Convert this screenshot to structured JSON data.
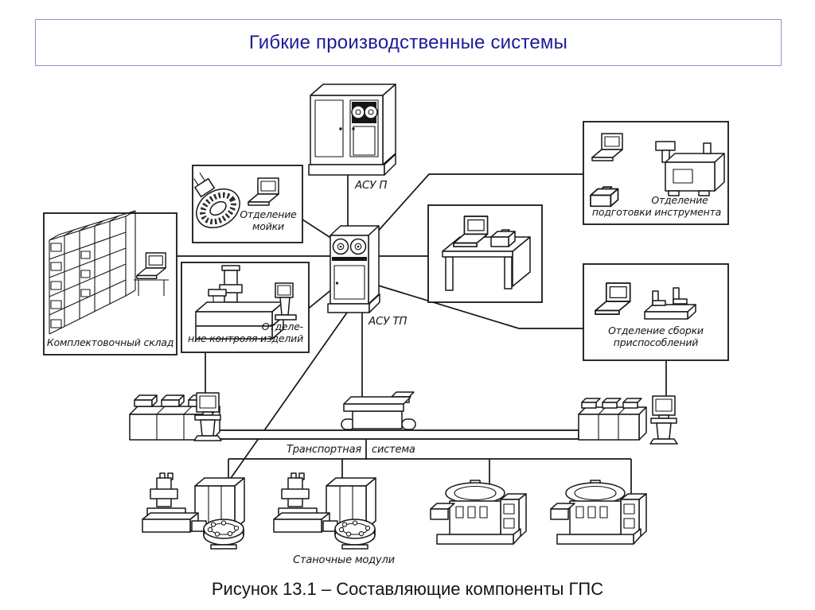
{
  "title": "Гибкие производственные системы",
  "caption": "Рисунок 13.1 – Составляющие компоненты ГПС",
  "colors": {
    "title_text": "#1c1c9a",
    "title_border": "#9494c4",
    "diagram_line": "#161616"
  },
  "nodes": {
    "asu_p": {
      "label": "АСУ П"
    },
    "asu_tp": {
      "label": "АСУ ТП"
    },
    "washing": {
      "line1": "Отделение",
      "line2": "мойки"
    },
    "warehouse": {
      "label": "Комплектовочный склад"
    },
    "inspection": {
      "line1": "Отделе-",
      "line2": "ние контроля изделий"
    },
    "tool_prep": {
      "line1": "Отделение",
      "line2": "подготовки инструмента"
    },
    "fixture_assembly": {
      "line1": "Отделение сборки",
      "line2": "приспособлений"
    },
    "transport": {
      "word1": "Транспортная",
      "word2": "система"
    },
    "machine_modules": {
      "label": "Станочные модули"
    }
  }
}
